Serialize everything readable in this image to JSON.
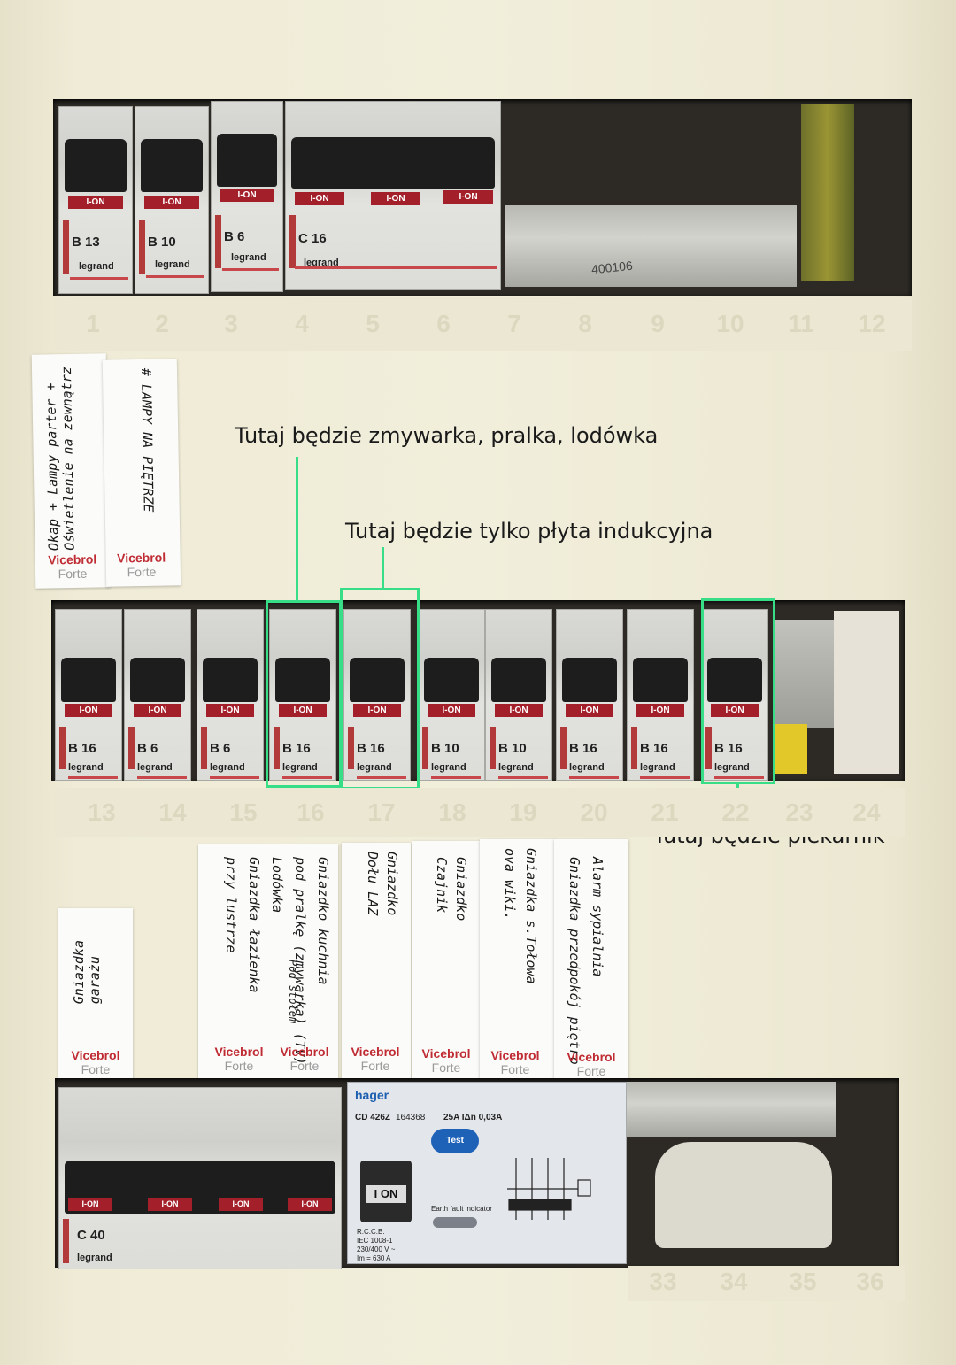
{
  "annotations": {
    "dishwasher": "Tutaj będzie zmywarka, pralka, lodówka",
    "induction": "Tutaj będzie tylko płyta indukcyjna",
    "oven": "Tutaj będzie piekarnik"
  },
  "top_row": {
    "breakers": [
      {
        "on": "I-ON",
        "rating": "B 13",
        "brand": "legrand"
      },
      {
        "on": "I-ON",
        "rating": "B 10",
        "brand": "legrand"
      },
      {
        "on": "I-ON",
        "rating": "B 6",
        "brand": "legrand"
      },
      {
        "on": "I-ON",
        "rating": "C 16",
        "brand": "legrand"
      }
    ],
    "rail_text": "400106",
    "slot_numbers": [
      "1",
      "2",
      "3",
      "4",
      "5",
      "6",
      "7",
      "8",
      "9",
      "10",
      "11",
      "12"
    ]
  },
  "middle_row": {
    "breakers": [
      {
        "on": "I-ON",
        "rating": "B 16",
        "brand": "legrand"
      },
      {
        "on": "I-ON",
        "rating": "B 6",
        "brand": "legrand"
      },
      {
        "on": "I-ON",
        "rating": "B 6",
        "brand": "legrand"
      },
      {
        "on": "I-ON",
        "rating": "B 16",
        "brand": "legrand"
      },
      {
        "on": "I-ON",
        "rating": "B 16",
        "brand": "legrand"
      },
      {
        "on": "I-ON",
        "rating": "B 10",
        "brand": "legrand"
      },
      {
        "on": "I-ON",
        "rating": "B 10",
        "brand": "legrand"
      },
      {
        "on": "I-ON",
        "rating": "B 16",
        "brand": "legrand"
      },
      {
        "on": "I-ON",
        "rating": "B 16",
        "brand": "legrand"
      },
      {
        "on": "I-ON",
        "rating": "B 16",
        "brand": "legrand"
      }
    ],
    "slot_numbers": [
      "13",
      "14",
      "15",
      "16",
      "17",
      "18",
      "19",
      "20",
      "21",
      "22",
      "23",
      "24"
    ]
  },
  "bottom_row": {
    "breaker": {
      "on": "I-ON",
      "rating": "C 40",
      "brand": "legrand"
    },
    "rcd": {
      "brand": "hager",
      "model": "CD 426Z",
      "serial": "164368",
      "spec": "25A IΔn 0,03A",
      "test": "Test",
      "switch": "I ON",
      "indicator": "Earth fault indicator",
      "rccb": "R.C.C.B.",
      "standard": "IEC 1008-1",
      "voltage": "230/400 V ~",
      "im": "Im = 630 A"
    },
    "slot_numbers": [
      "33",
      "34",
      "35",
      "36"
    ]
  },
  "labels_top": [
    {
      "text": "Okap + Lampy parter +\nOświetlenie na zewnątrz",
      "brand": "Vicebrol",
      "sub": "Forte"
    },
    {
      "text": "# LAMPY NA PIĘTRZE",
      "brand": "Vicebrol",
      "sub": "Forte"
    }
  ],
  "labels_bottom": [
    {
      "text": "Gniazdka\ngarażu",
      "brand": "Vicebrol",
      "sub": "Forte"
    },
    {
      "text": "Gniazdko kuchnia\npod pralkę (zmywarka) (TV)\nLodówka\nGniazdka łazienka\nprzy lustrze",
      "brand": "Vicebrol",
      "sub": "Forte"
    },
    {
      "text": "Pod stołem",
      "brand": "Vicebrol",
      "sub": "Forte"
    },
    {
      "text": "Gniazdko\nDołu LAZ",
      "brand": "Vicebrol",
      "sub": "Forte"
    },
    {
      "text": "Gniazdko\nCzajnik",
      "brand": "Vicebrol",
      "sub": "Forte"
    },
    {
      "text": "Gniazdka s.Tołowa\nova wiki.",
      "brand": "Vicebrol",
      "sub": "Forte"
    },
    {
      "text": "Alarm sypialnia\nGniazdka przedpokój piętro",
      "brand": "Vicebrol",
      "sub": "Forte"
    }
  ],
  "colors": {
    "highlight": "#38dd88",
    "breaker_red": "#a3202a",
    "vicebrol_red": "#c02c34"
  }
}
